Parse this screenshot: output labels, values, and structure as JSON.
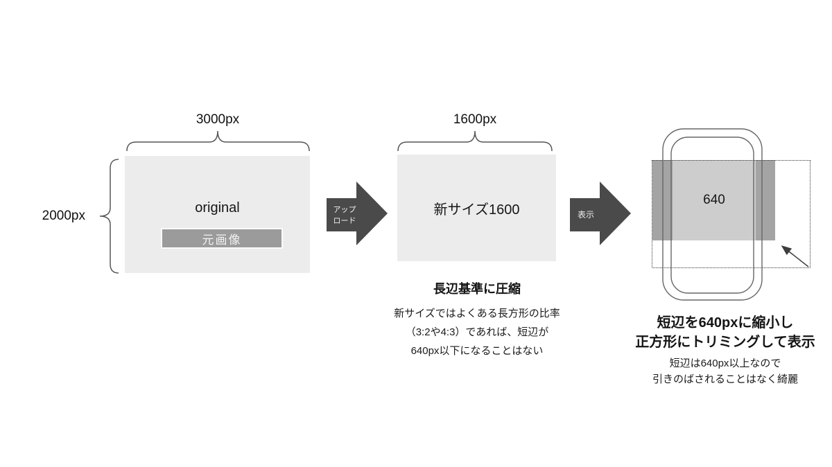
{
  "original_image": {
    "width_label": "3000px",
    "height_label": "2000px",
    "title": "original",
    "tag": "元画像"
  },
  "upload_arrow": {
    "line1": "アップ",
    "line2": "ロード"
  },
  "resized_image": {
    "width_label": "1600px",
    "title": "新サイズ1600",
    "caption_title": "長辺基準に圧縮",
    "caption_lines": [
      "新サイズではよくある長方形の比率",
      "（3:2や4:3）であれば、短辺が",
      "640px以下になることはない"
    ]
  },
  "display_arrow": {
    "label": "表示"
  },
  "display_result": {
    "crop_size": "640",
    "caption_title_line1": "短辺を640pxに縮小し",
    "caption_title_line2": "正方形にトリミングして表示",
    "caption_lines": [
      "短辺は640px以上なので",
      "引きのばされることはなく綺麗"
    ]
  },
  "colors": {
    "panel": "#ececec",
    "tag": "#9b9b9b",
    "band": "#a4a4a4",
    "crop": "#cdcdcd",
    "arrow": "#4a4a4a",
    "text": "#141414"
  }
}
